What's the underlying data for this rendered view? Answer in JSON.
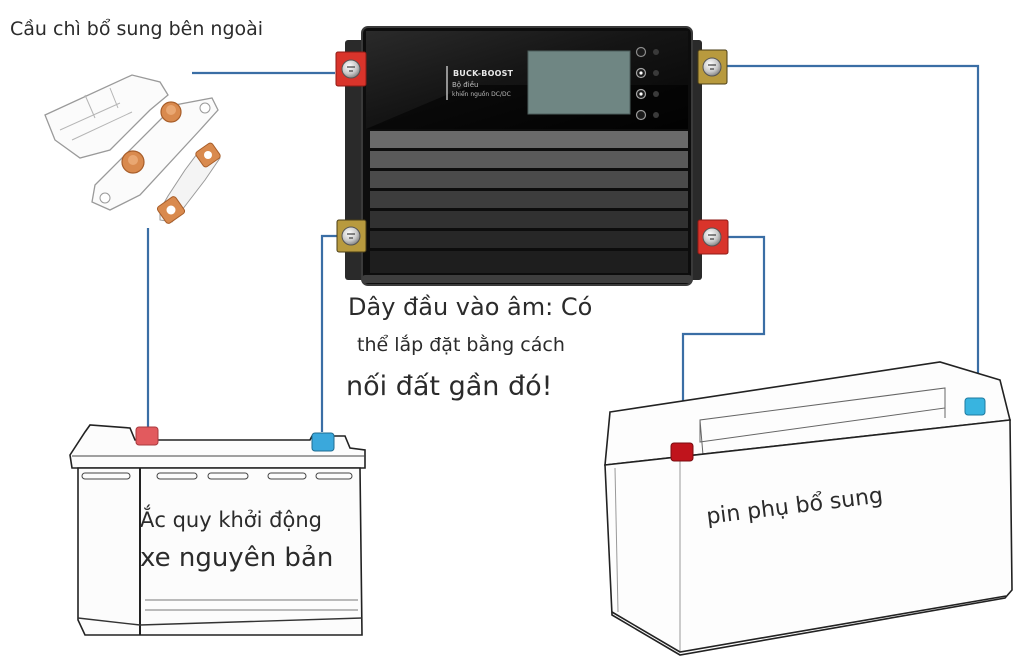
{
  "labels": {
    "fuse": "Cầu chì bổ sung bên ngoài",
    "negative_input_line1": "Dây đầu vào âm: Có",
    "negative_input_line2": "thể lắp đặt bằng cách",
    "negative_input_line3": "nối đất gần đó!",
    "starter_battery_line1": "Ắc quy khởi động",
    "starter_battery_line2": "xe nguyên bản",
    "auxiliary_battery": "pin phụ bổ sung"
  },
  "device": {
    "brand": "BUCK-BOOST",
    "subtitle_line1": "Bộ điều",
    "subtitle_line2": "khiển nguồn DC/DC",
    "buttons": [
      "power",
      "up",
      "down",
      "settings"
    ]
  },
  "colors": {
    "wire": "#3a6ea5",
    "positive_terminal": "#d9342b",
    "negative_terminal_device": "#b89a3e",
    "battery_positive_post": "#e25a5e",
    "battery_negative_post": "#3aa8dc",
    "aux_positive_post": "#c0141c",
    "aux_negative_post": "#38b4e0",
    "device_body": "#1c1c1c",
    "lcd": "#6f8683",
    "copper": "#d98a4e"
  },
  "connections": [
    {
      "from": "device-input-positive",
      "to": "fuse"
    },
    {
      "from": "fuse",
      "to": "starter-battery-positive"
    },
    {
      "from": "device-input-negative",
      "to": "starter-battery-negative"
    },
    {
      "from": "device-output-negative",
      "to": "aux-battery-negative"
    },
    {
      "from": "device-output-positive",
      "to": "aux-battery-positive"
    }
  ]
}
